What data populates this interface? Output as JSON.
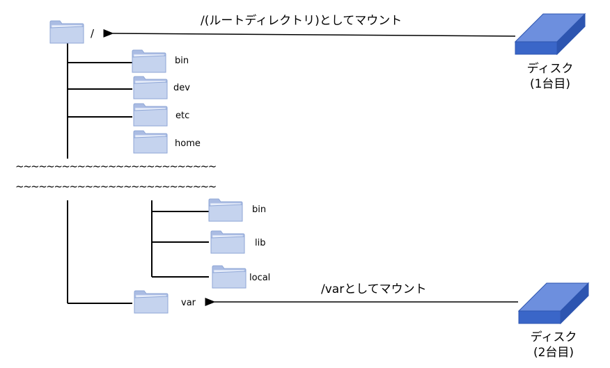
{
  "root_folder": {
    "label": "/",
    "icon": "folder-icon"
  },
  "root_children": [
    {
      "label": "bin",
      "icon": "folder-icon"
    },
    {
      "label": "dev",
      "icon": "folder-icon"
    },
    {
      "label": "etc",
      "icon": "folder-icon"
    },
    {
      "label": "home",
      "icon": "folder-icon"
    }
  ],
  "separator_lines": [
    "~~~~~~~~~~~~~~~~~~~~~~~~~~",
    "~~~~~~~~~~~~~~~~~~~~~~~~~~"
  ],
  "var_children": [
    {
      "label": "bin",
      "icon": "folder-icon"
    },
    {
      "label": "lib",
      "icon": "folder-icon"
    },
    {
      "label": "local",
      "icon": "folder-icon"
    }
  ],
  "var_folder": {
    "label": "var",
    "icon": "folder-icon"
  },
  "mounts": [
    {
      "arrow_label": "/(ルートディレクトリ)としてマウント",
      "disk_line1": "ディスク",
      "disk_line2": "(1台目)",
      "icon": "disk-icon"
    },
    {
      "arrow_label": "/varとしてマウント",
      "disk_line1": "ディスク",
      "disk_line2": "(2台目)",
      "icon": "disk-icon"
    }
  ],
  "colors": {
    "folder_fill": "#c5d3ee",
    "folder_back": "#aabce3",
    "folder_stroke": "#8ea6d6",
    "disk_top": "#6d8fde",
    "disk_front": "#3a66c8",
    "disk_side": "#2d55b0",
    "line": "#000000"
  }
}
